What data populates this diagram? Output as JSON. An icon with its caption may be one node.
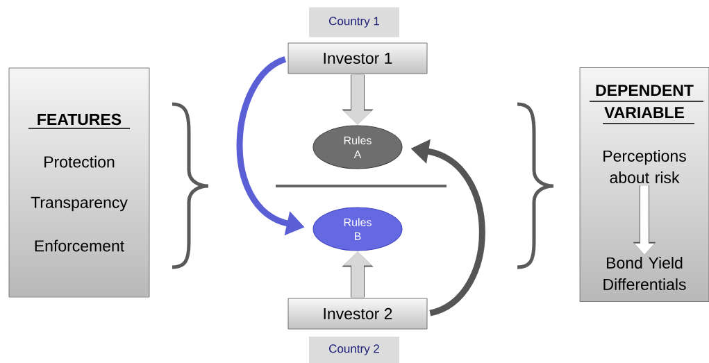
{
  "diagram": {
    "nodes": [
      {
        "text": [
          "FEATURES",
          "Protection",
          "Transparency",
          "Enforcement"
        ]
      },
      {
        "text": [
          "Country 1"
        ]
      },
      {
        "text": [
          "Investor 1"
        ]
      },
      {
        "text": [
          "Rules A"
        ]
      },
      {
        "text": [
          "Rules B"
        ]
      },
      {
        "text": [
          "Investor 2"
        ]
      },
      {
        "text": [
          "Country 2"
        ]
      },
      {
        "text": [
          "DEPENDENT VARIABLE"
        ]
      },
      {
        "text": [
          "Perceptions about risk"
        ],
        "in": 7
      },
      {
        "text": [
          "Bond Yield Differentials"
        ],
        "in": 7
      }
    ],
    "edges": [
      {
        "from": 2,
        "to": 3,
        "arrow": "to"
      },
      {
        "from": 2,
        "to": 4,
        "arrow": "to",
        "color": "#5b5fd6"
      },
      {
        "from": 5,
        "to": 3,
        "arrow": "to",
        "color": "#555555"
      },
      {
        "from": 5,
        "to": 4,
        "arrow": "to"
      },
      {
        "from": 8,
        "to": 9,
        "arrow": "to",
        "color": "#ffffff"
      }
    ]
  }
}
